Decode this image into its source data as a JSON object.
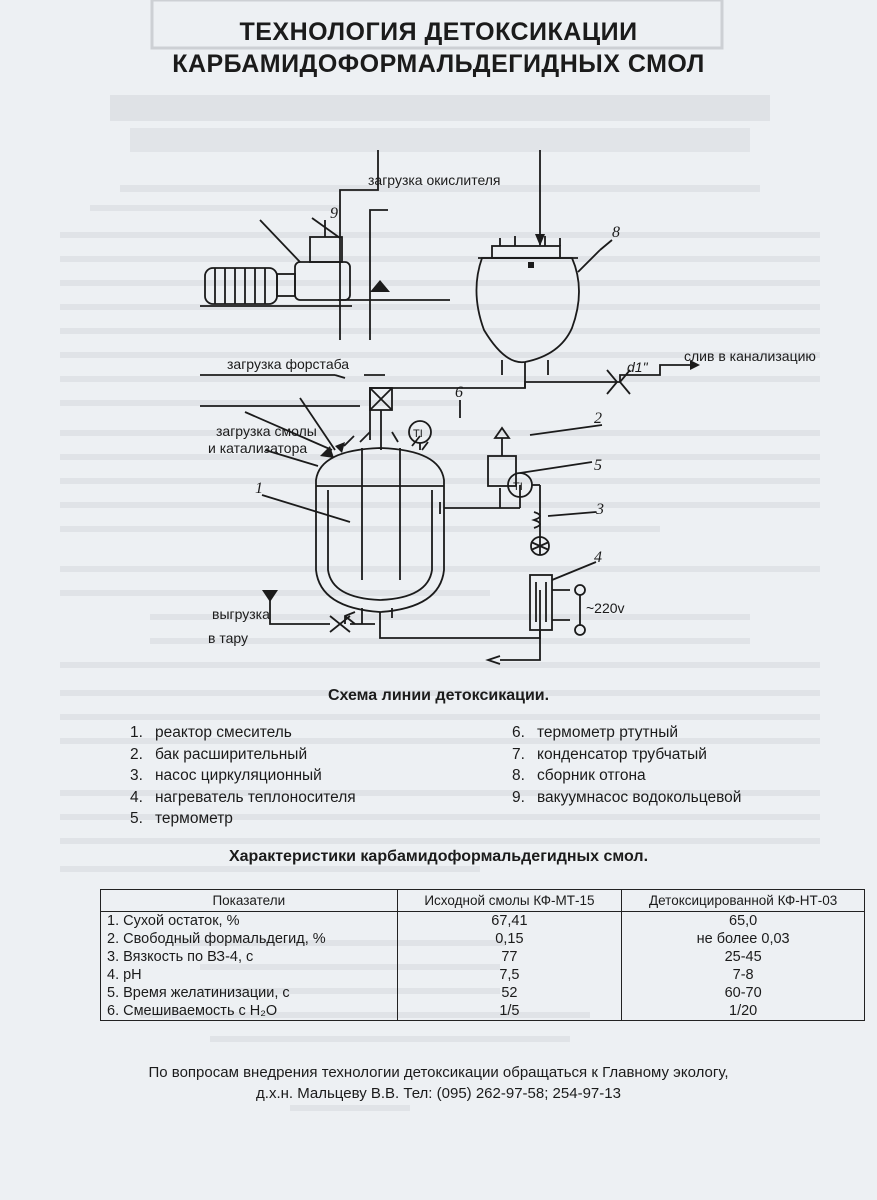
{
  "title": {
    "line1": "ТЕХНОЛОГИЯ ДЕТОКСИКАЦИИ",
    "line2": "КАРБАМИДОФОРМАЛЬДЕГИДНЫХ СМОЛ"
  },
  "diagram": {
    "labels": {
      "oxidizer": "загрузка окислителя",
      "drain": "слив в канализацию",
      "forstab": "загрузка форстаба",
      "resin_line1": "загрузка смолы",
      "resin_line2": "и катализатора",
      "unload_line1": "выгрузка",
      "unload_line2": "в тару",
      "valve_mark": "d1\"",
      "voltage": "~220v",
      "thermo_mark": "TI"
    },
    "numbers": [
      "1",
      "2",
      "3",
      "4",
      "5",
      "6",
      "8",
      "9"
    ]
  },
  "caption": "Схема линии детоксикации.",
  "legend_left": [
    {
      "num": "1.",
      "text": "реактор смеситель"
    },
    {
      "num": "2.",
      "text": "бак расширительный"
    },
    {
      "num": "3.",
      "text": "насос циркуляционный"
    },
    {
      "num": "4.",
      "text": "нагреватель теплоносителя"
    },
    {
      "num": "5.",
      "text": "термометр"
    }
  ],
  "legend_right": [
    {
      "num": "6.",
      "text": "термометр ртутный"
    },
    {
      "num": "7.",
      "text": "конденсатор трубчатый"
    },
    {
      "num": "8.",
      "text": "сборник отгона"
    },
    {
      "num": "9.",
      "text": "вакуумнасос водокольцевой"
    }
  ],
  "table_title": "Характеристики карбамидоформальдегидных смол.",
  "table": {
    "headers": [
      "Показатели",
      "Исходной смолы КФ-МТ-15",
      "Детоксицированной КФ-НТ-03"
    ],
    "rows": [
      [
        "1. Сухой остаток, %",
        "67,41",
        "65,0"
      ],
      [
        "2. Свободный формальдегид, %",
        "0,15",
        "не более 0,03"
      ],
      [
        "3. Вязкость по ВЗ-4, с",
        "77",
        "25-45"
      ],
      [
        "4. pH",
        "7,5",
        "7-8"
      ],
      [
        "5. Время желатинизации, с",
        "52",
        "60-70"
      ],
      [
        "6. Смешиваемость с H₂O",
        "1/5",
        "1/20"
      ]
    ]
  },
  "footer": {
    "line1": "По вопросам внедрения технологии детоксикации обращаться к Главному экологу,",
    "line2": "д.х.н. Мальцеву В.В. Тел: (095) 262-97-58; 254-97-13"
  },
  "colors": {
    "paper": "#edf0f3",
    "ink": "#1b1b1b",
    "ghost": "#c9ccd0"
  }
}
